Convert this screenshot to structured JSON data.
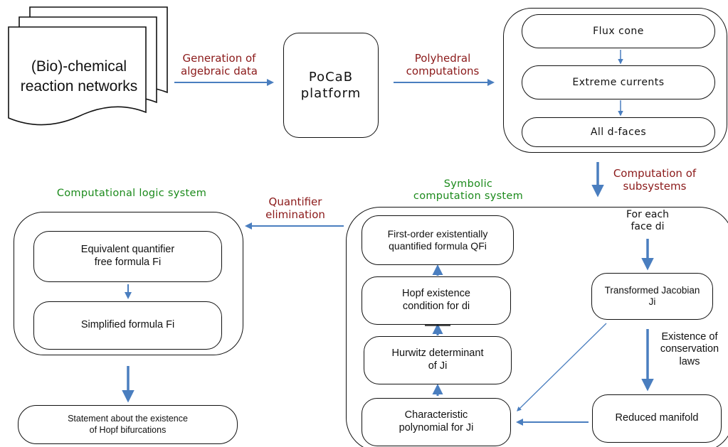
{
  "nodes": {
    "reaction_networks": "(Bio)-chemical\nreaction networks",
    "pocab": "PoCaB\nplatform",
    "flux_cone": "Flux cone",
    "extreme_currents": "Extreme currents",
    "all_dfaces": "All d-faces",
    "first_order": "First-order existentially\nquantified formula QFi",
    "hopf_condition": "Hopf existence\ncondition for di",
    "hurwitz": "Hurwitz determinant\nof Ji",
    "char_poly": "Characteristic\npolynomial for Ji",
    "jacobian": "Transformed Jacobian\nJi",
    "reduced_manifold": "Reduced manifold",
    "qf_formula": "Equivalent quantifier\nfree formula Fi",
    "simplified": "Simplified formula Fi",
    "statement": "Statement about the existence\nof Hopf bifurcations"
  },
  "labels": {
    "generation": "Generation of\nalgebraic data",
    "polyhedral": "Polyhedral\ncomputations",
    "computation_subsystems": "Computation of\nsubsystems",
    "quantifier_elimination": "Quantifier\nelimination",
    "for_each_face": "For each\nface di",
    "conservation_laws": "Existence of\nconservation\nlaws",
    "symbolic_system": "Symbolic\ncomputation system",
    "logic_system": "Computational logic system"
  },
  "colors": {
    "arrow": "#4a7ebf",
    "edge_label": "#8b1a1a",
    "system_title": "#1b8a1b",
    "border": "#111111"
  }
}
